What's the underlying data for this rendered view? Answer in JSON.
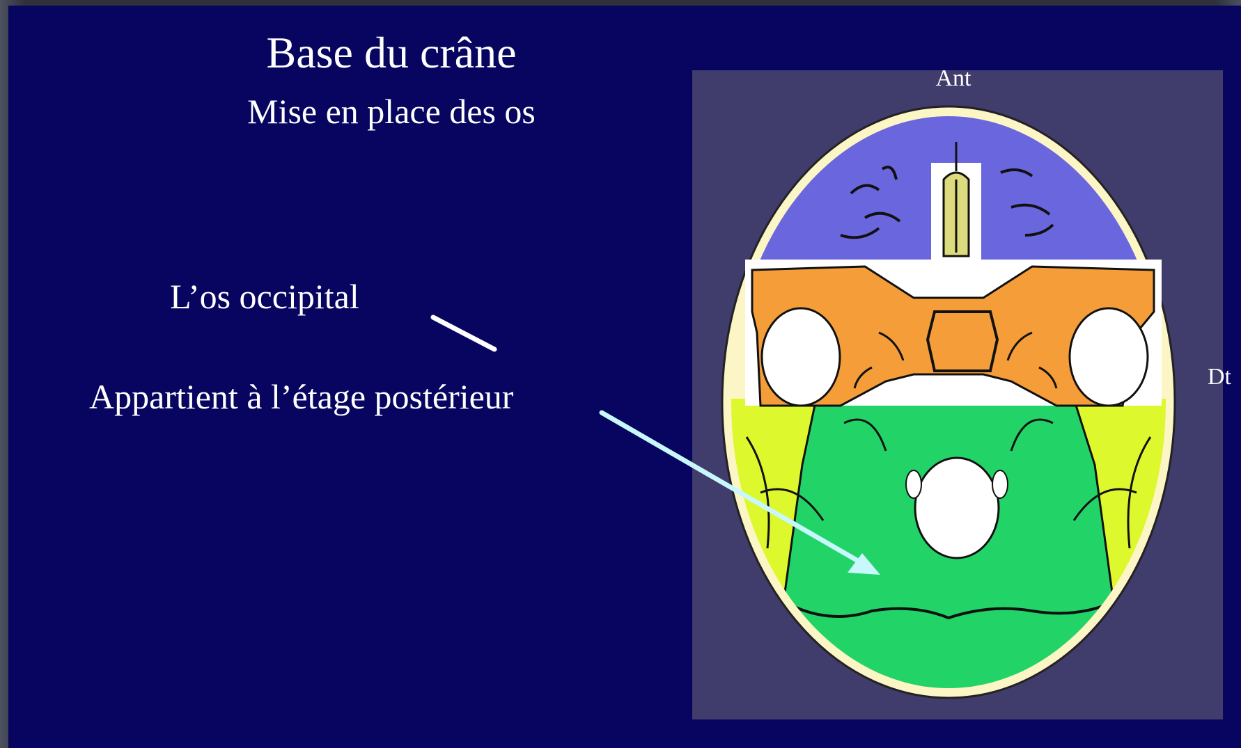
{
  "slide": {
    "title": "Base du crâne",
    "subtitle": "Mise en place des os",
    "label_bone": "L’os occipital",
    "label_stage": "Appartient à l’étage postérieur"
  },
  "figure": {
    "label_anterior": "Ant",
    "label_right": "Dt"
  },
  "colors": {
    "slide_background": "#07055f",
    "panel": "#403c6c",
    "skull_outline": "#fcf5c6",
    "anterior_fossa": "#6a66de",
    "middle_fossa": "#f59e39",
    "posterior_fossa": "#ddf82c",
    "occipital_bone": "#22d468",
    "crista_galli": "#dcdb7e",
    "arrow": "#c8f8fb",
    "text": "#ffffff"
  }
}
